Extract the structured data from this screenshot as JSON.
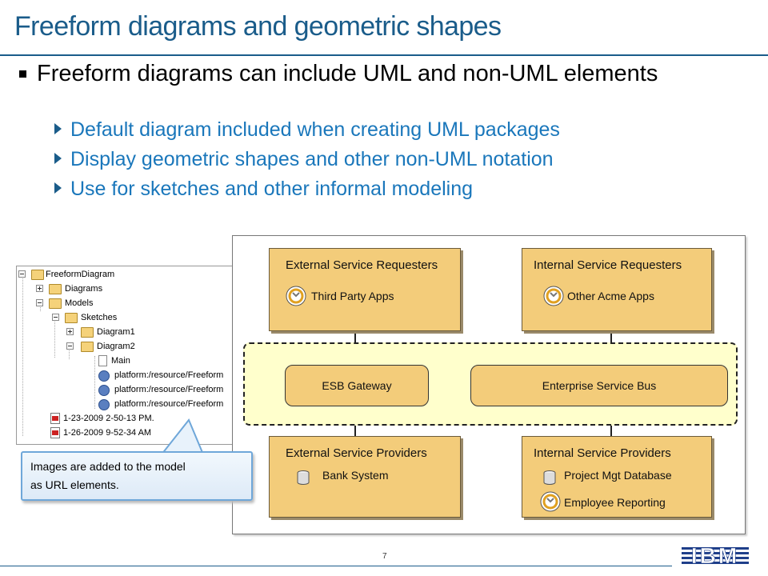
{
  "slide": {
    "title": "Freeform diagrams and geometric shapes",
    "bullet": "Freeform diagrams can include UML and non-UML elements",
    "subbullets": [
      "Default diagram included when creating UML packages",
      "Display geometric shapes and other non-UML notation",
      "Use for sketches and other informal modeling"
    ],
    "page_number": "7",
    "logo": "IBM"
  },
  "tree": {
    "items": [
      {
        "label": "FreeformDiagram",
        "icon": "folder-open-icon"
      },
      {
        "label": "Diagrams",
        "icon": "folder-icon"
      },
      {
        "label": "Models",
        "icon": "folder-icon"
      },
      {
        "label": "Sketches",
        "icon": "folder-icon"
      },
      {
        "label": "Diagram1",
        "icon": "folder-icon"
      },
      {
        "label": "Diagram2",
        "icon": "folder-icon"
      },
      {
        "label": "Main",
        "icon": "diagram-icon"
      },
      {
        "label": "platform:/resource/Freeform",
        "icon": "url-icon"
      },
      {
        "label": "platform:/resource/Freeform",
        "icon": "url-icon"
      },
      {
        "label": "platform:/resource/Freeform",
        "icon": "url-icon"
      },
      {
        "label": "1-23-2009 2-50-13 PM.",
        "icon": "image-icon"
      },
      {
        "label": "1-26-2009 9-52-34 AM",
        "icon": "image-icon"
      }
    ]
  },
  "callout": {
    "lines": [
      "Images are added to the model",
      "as URL elements."
    ]
  },
  "diagram": {
    "boxes": {
      "external_requesters": {
        "title": "External Service Requesters",
        "item": "Third Party Apps"
      },
      "internal_requesters": {
        "title": "Internal Service Requesters",
        "item": "Other Acme Apps"
      },
      "external_providers": {
        "title": "External Service Providers",
        "item": "Bank System"
      },
      "internal_providers": {
        "title": "Internal Service Providers",
        "items": [
          "Project Mgt Database",
          "Employee Reporting"
        ]
      }
    },
    "esb_gateway": "ESB Gateway",
    "enterprise_bus": "Enterprise Service Bus"
  },
  "colors": {
    "title": "#1a5c8a",
    "subbullet": "#1a77bb",
    "box_fill": "#f3cc7a",
    "bus_fill": "#ffffcc"
  }
}
